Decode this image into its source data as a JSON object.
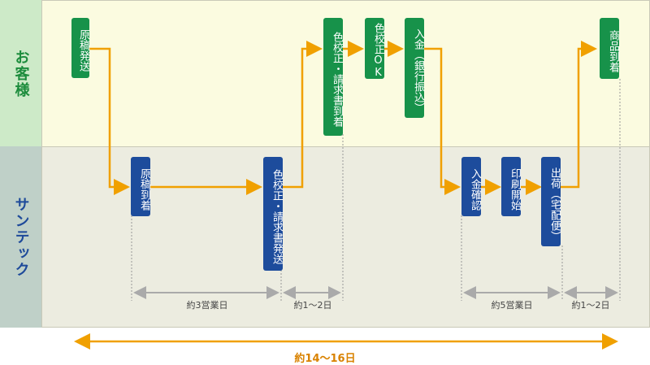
{
  "lanes": {
    "customer": "お客様",
    "suntec": "サンテック"
  },
  "steps": {
    "s1": "原稿発送",
    "s2": "原稿到着",
    "s3": "色校正・請求書発送",
    "s4": "色校正・請求書到着",
    "s5": "色校正OK",
    "s6": "入金（銀行振込）",
    "s7": "入金確認",
    "s8": "印刷開始",
    "s9": "出荷（宅配便）",
    "s10": "商品到着"
  },
  "durations": {
    "d1": "約3営業日",
    "d2": "約1〜2日",
    "d3": "約5営業日",
    "d4": "約1〜2日"
  },
  "total": "約14〜16日",
  "colors": {
    "flow": "#f0a000",
    "customer_box": "#17924a",
    "suntec_box": "#1d4c9c"
  }
}
